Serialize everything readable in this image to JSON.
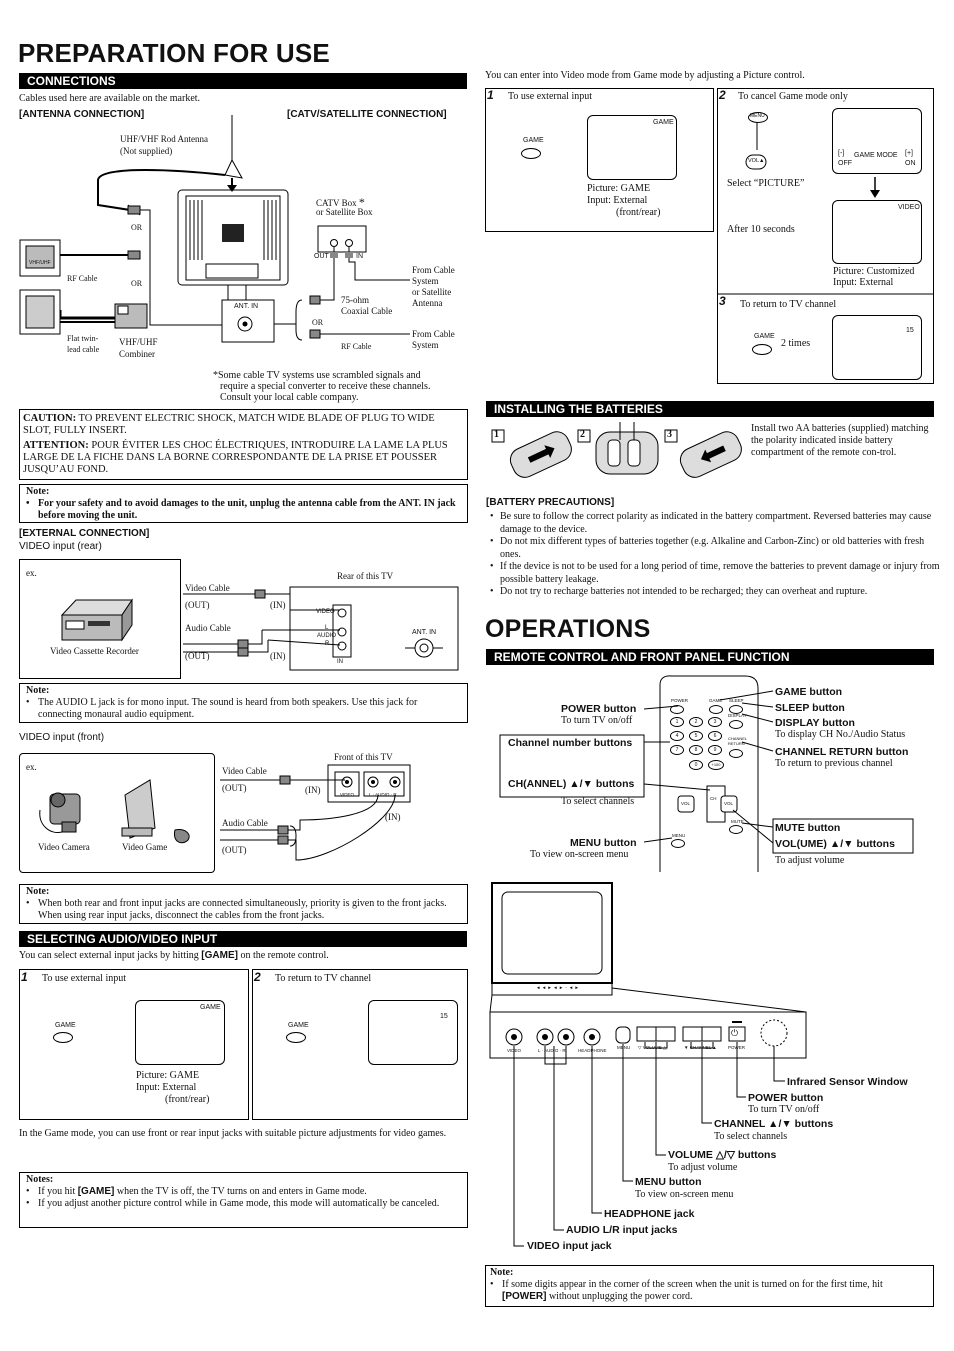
{
  "left": {
    "page_title": "PREPARATION FOR USE",
    "connections": {
      "header": "CONNECTIONS",
      "intro": "Cables used here are available on the market.",
      "antenna_heading": "[ANTENNA CONNECTION]",
      "catv_heading": "[CATV/SATELLITE CONNECTION]",
      "uhf_rod": "UHF/VHF Rod Antenna",
      "not_supplied": "(Not supplied)",
      "or1": "OR",
      "or2": "OR",
      "or3": "OR",
      "rf_cable": "RF Cable",
      "flat_twin": "Flat twin-",
      "lead_cable": "lead cable",
      "vhf_uhf": "VHF/UHF",
      "combiner": "Combiner",
      "ant_in": "ANT. IN",
      "catv_box": "CATV Box",
      "catv_box_star": "*",
      "or_sat_box": "or Satellite Box",
      "out": "OUT",
      "in": "IN",
      "from_cable1": "From Cable",
      "system1": "System",
      "or_satellite": "or Satellite",
      "antenna": "Antenna",
      "ohm75": "75-ohm",
      "coaxial": "Coaxial Cable",
      "rf_cable2": "RF Cable",
      "from_cable2": "From Cable",
      "system2": "System",
      "footnote_line1": "*Some cable TV systems use scrambled signals and",
      "footnote_line2": "require a special converter to receive these channels.",
      "footnote_line3": "Consult your local cable company.",
      "vhf_tag": "VHF/UHF"
    },
    "caution": {
      "caution_label": "CAUTION:",
      "caution_text": "TO PREVENT ELECTRIC SHOCK, MATCH WIDE BLADE OF PLUG TO WIDE SLOT, FULLY INSERT.",
      "attention_label": "ATTENTION:",
      "attention_text": "POUR ÉVITER LES CHOC ÉLECTRIQUES, INTRODUIRE LA LAME LA PLUS LARGE DE LA FICHE DANS LA BORNE CORRESPONDANTE DE LA PRISE ET POUSSER JUSQU’AU FOND."
    },
    "note1": {
      "label": "Note:",
      "text": "For your safety and to avoid damages to the unit, unplug the antenna cable from the ANT. IN jack before moving the unit."
    },
    "external": {
      "heading": "[EXTERNAL CONNECTION]",
      "rear_label": "VIDEO input (rear)",
      "ex": "ex.",
      "vcr": "Video Cassette Recorder",
      "video_cable": "Video Cable",
      "audio_cable": "Audio Cable",
      "out1": "(OUT)",
      "in1": "(IN)",
      "out2": "(OUT)",
      "in2": "(IN)",
      "rear_tv": "Rear of this TV",
      "video_jack": "VIDEO",
      "audio_l": "L",
      "audio": "AUDIO",
      "audio_r": "R",
      "in_jack": "IN",
      "ant_in": "ANT. IN"
    },
    "note2": {
      "label": "Note:",
      "text": "The AUDIO L jack is for mono input. The sound is heard from both speakers. Use this jack for connecting monaural audio equipment."
    },
    "front": {
      "label": "VIDEO input (front)",
      "ex": "ex.",
      "camera": "Video Camera",
      "game": "Video Game",
      "video_cable": "Video Cable",
      "audio_cable": "Audio Cable",
      "out1": "(OUT)",
      "in1": "(IN)",
      "out2": "(OUT)",
      "in2": "(IN)",
      "front_tv": "Front of this TV",
      "video_tag": "VIDEO",
      "audio_tag": "L · AUDIO · R"
    },
    "note3": {
      "label": "Note:",
      "text": "When both rear and front input jacks are connected simultaneously, priority is given to the front jacks. When using rear input jacks, disconnect the cables from the front jacks."
    },
    "selecting": {
      "header": "SELECTING AUDIO/VIDEO INPUT",
      "intro_pre": "You can select external input jacks by hitting",
      "intro_key": "[GAME]",
      "intro_post": "on the remote control.",
      "step1_num": "1",
      "step1_text": "To use external input",
      "step1_game_btn": "GAME",
      "step1_screen": "GAME",
      "step1_pic": "Picture: GAME",
      "step1_input": "Input: External",
      "step1_fr": "(front/rear)",
      "step2_num": "2",
      "step2_text": "To return to TV channel",
      "step2_game_btn": "GAME",
      "step2_screen": "15",
      "game_mode_text": "In the Game mode, you can use front or rear input jacks with suitable picture adjustments for video games."
    },
    "notes4": {
      "label": "Notes:",
      "item1_pre": "If you hit",
      "item1_key": "[GAME]",
      "item1_post": "when the TV is off, the TV turns on and enters in Game mode.",
      "item2": "If you adjust another picture control while in Game mode, this mode will automatically be canceled."
    }
  },
  "right": {
    "video_mode_intro": "You can enter into Video mode from Game mode by adjusting a Picture control.",
    "vm_step1_num": "1",
    "vm_step1_text": "To use external input",
    "vm_step1_game_btn": "GAME",
    "vm_step1_screen": "GAME",
    "vm_step1_pic": "Picture: GAME",
    "vm_step1_input": "Input: External",
    "vm_step1_fr": "(front/rear)",
    "vm_step2_num": "2",
    "vm_step2_text": "To cancel Game mode only",
    "vm_menu": "MENU",
    "vm_vol": "VOL",
    "vm_select": "Select “PICTURE”",
    "vm_gm_minus": "[-]",
    "vm_gm_off": "OFF",
    "vm_gm_label": "GAME MODE",
    "vm_gm_plus": "[+]",
    "vm_gm_on": "ON",
    "vm_after": "After 10 seconds",
    "vm_video": "VIDEO",
    "vm_pic_custom": "Picture: Customized",
    "vm_input_ext": "Input: External",
    "vm_step3_num": "3",
    "vm_step3_text": "To return to TV channel",
    "vm_step3_game": "GAME",
    "vm_step3_times": "2 times",
    "vm_step3_screen": "15",
    "batteries": {
      "header": "INSTALLING THE BATTERIES",
      "n1": "1",
      "n2": "2",
      "n3": "3",
      "text": "Install two AA batteries (supplied) matching the polarity indicated inside battery compartment of the remote con-trol.",
      "prec_heading": "[BATTERY PRECAUTIONS]",
      "p1": "Be sure to follow the correct polarity as indicated in the battery compartment. Reversed batteries may cause damage to the device.",
      "p2": "Do not mix different types of batteries together (e.g. Alkaline and Carbon-Zinc) or old batteries with fresh ones.",
      "p3": "If the device is not to be used for a long period of time, remove the batteries to prevent damage or injury from possible battery leakage.",
      "p4": "Do not try to recharge batteries not intended to be recharged; they can overheat and rupture."
    },
    "operations_title": "OPERATIONS",
    "remote": {
      "header": "REMOTE CONTROL AND FRONT PANEL FUNCTION",
      "power_btn": "POWER button",
      "power_desc": "To turn TV on/off",
      "channel_number": "Channel number buttons",
      "ch_buttons": "CH(ANNEL) ▲/▼ buttons",
      "ch_desc": "To select channels",
      "menu_btn": "MENU button",
      "menu_desc": "To view on-screen menu",
      "game_btn": "GAME button",
      "sleep_btn": "SLEEP button",
      "display_btn": "DISPLAY button",
      "display_desc": "To display CH No./Audio Status",
      "ch_return": "CHANNEL RETURN button",
      "ch_return_desc": "To return to previous channel",
      "mute_btn": "MUTE button",
      "vol_buttons": "VOL(UME) ▲/▼ buttons",
      "vol_desc": "To adjust volume",
      "rk_power": "POWER",
      "rk_game": "GAME",
      "rk_sleep": "SLEEP",
      "rk_display": "DISPLAY",
      "rk_chret": "CHANNEL RETURN",
      "rk_menu": "MENU",
      "rk_mute": "MUTE",
      "rk_vol": "VOL",
      "rk_ch": "CH",
      "keys": [
        "1",
        "2",
        "3",
        "4",
        "5",
        "6",
        "7",
        "8",
        "9",
        "0",
        "+100"
      ]
    },
    "panel": {
      "video": "VIDEO",
      "audio": "L · AUDIO · R",
      "headphone": "HEADPHONE",
      "menu": "MENU",
      "volume": "▽ VOLUME △",
      "channel": "▼ CHANNEL ▲",
      "power": "POWER",
      "strip": "◄ ◄ ► ◄ ► ·· ◄ ►",
      "infrared": "Infrared Sensor Window",
      "power_btn": "POWER button",
      "power_desc": "To turn TV on/off",
      "channel_btn": "CHANNEL ▲/▼ buttons",
      "channel_desc": "To select channels",
      "volume_btn": "VOLUME △/▽ buttons",
      "volume_desc": "To adjust volume",
      "menu_btn": "MENU button",
      "menu_desc": "To view on-screen menu",
      "headphone_jack": "HEADPHONE jack",
      "audio_jacks": "AUDIO L/R input jacks",
      "video_jack": "VIDEO input jack"
    },
    "note_final": {
      "label": "Note:",
      "text_pre": "If some digits appear in the corner of the screen when the unit is turned on for the first time, hit",
      "key": "[POWER]",
      "text_post": "without unplugging the power cord."
    }
  }
}
